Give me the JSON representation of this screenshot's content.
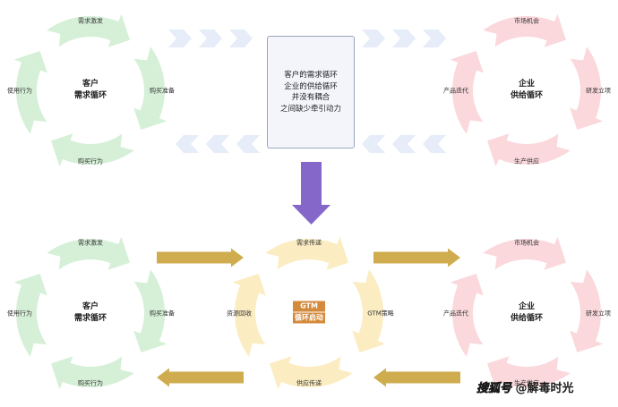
{
  "colors": {
    "customer_ring": "#d6f0d8",
    "enterprise_ring": "#fbd8dc",
    "gtm_ring": "#fbecc1",
    "chevron": "#e6ecf8",
    "down_arrow": "#8467c9",
    "flow_arrow": "#cfad4f"
  },
  "top": {
    "customer": {
      "center_line1": "客户",
      "center_line2": "需求循环",
      "top": "需求激发",
      "right": "购买准备",
      "bottom": "购买行为",
      "left": "使用行为"
    },
    "enterprise": {
      "center_line1": "企业",
      "center_line2": "供给循环",
      "top": "市场机会",
      "right": "研发立项",
      "bottom": "生产供应",
      "left": "产品迭代"
    },
    "note": [
      "客户的需求循环",
      "企业的供给循环",
      "并没有耦合",
      "之间缺少牵引动力"
    ]
  },
  "bottom": {
    "customer": {
      "center_line1": "客户",
      "center_line2": "需求循环",
      "top": "需求激发",
      "right": "购买准备",
      "bottom": "购买行为",
      "left": "使用行为"
    },
    "gtm": {
      "center_line1": "GTM",
      "center_line2": "循环启动",
      "top": "需求传递",
      "right": "GTM策略",
      "bottom": "供应传递",
      "left": "资源回收"
    },
    "enterprise": {
      "center_line1": "企业",
      "center_line2": "供给循环",
      "top": "市场机会",
      "right": "研发立项",
      "bottom": "生产供应",
      "left": "产品迭代"
    }
  },
  "watermark": {
    "brand": "搜狐号",
    "handle": "@解毒时光"
  }
}
